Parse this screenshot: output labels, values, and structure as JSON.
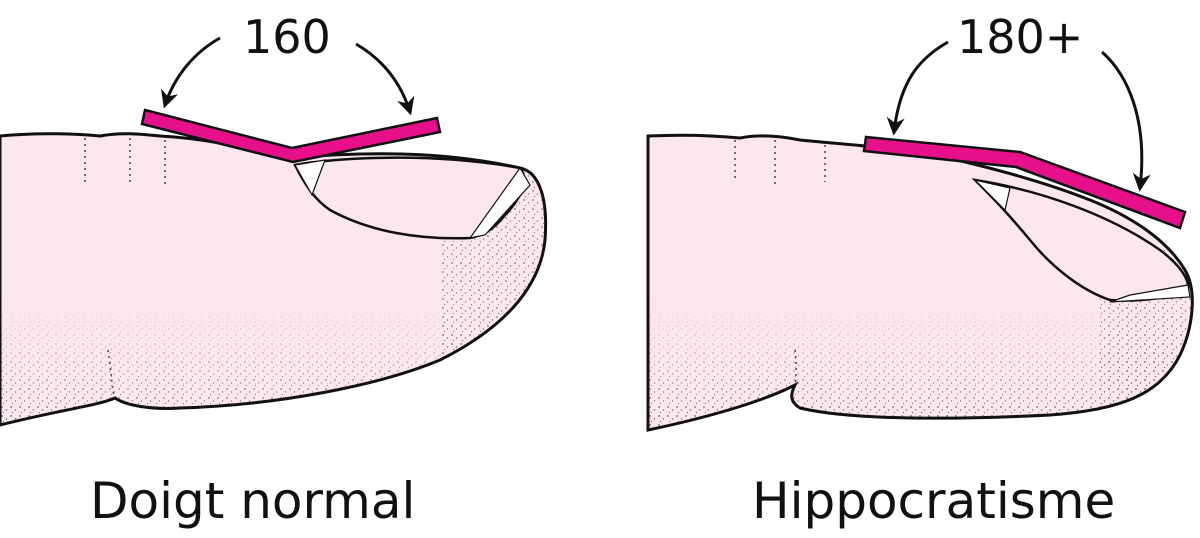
{
  "diagram": {
    "type": "comparison-illustration",
    "subject": "finger profile showing nail-fold angle (Lovibond angle)",
    "colors": {
      "skin": "#fce6ef",
      "outline": "#111111",
      "stipple": "#333333",
      "angle_bar": "#e6108a",
      "nail_highlight": "#ffffff"
    },
    "panels": [
      {
        "id": "normal",
        "angle_label": "160",
        "caption": "Doigt normal"
      },
      {
        "id": "clubbing",
        "angle_label": "180+",
        "caption": "Hippocratisme"
      }
    ]
  }
}
